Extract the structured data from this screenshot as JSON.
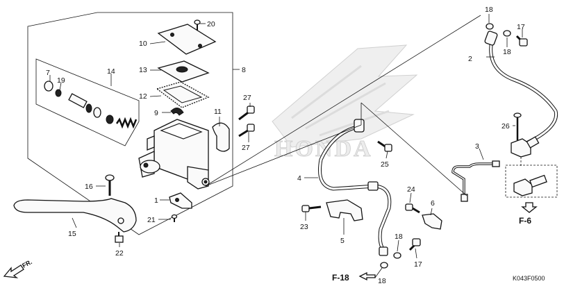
{
  "diagram": {
    "watermark": "HONDA",
    "diagram_code": "K043F0500",
    "direction_label": "FR.",
    "ref_labels": [
      "F-6",
      "F-18"
    ],
    "callouts": [
      "1",
      "2",
      "3",
      "4",
      "5",
      "6",
      "7",
      "8",
      "9",
      "10",
      "11",
      "12",
      "13",
      "14",
      "15",
      "16",
      "17",
      "18",
      "19",
      "20",
      "21",
      "22",
      "23",
      "24",
      "25",
      "26",
      "27"
    ]
  }
}
